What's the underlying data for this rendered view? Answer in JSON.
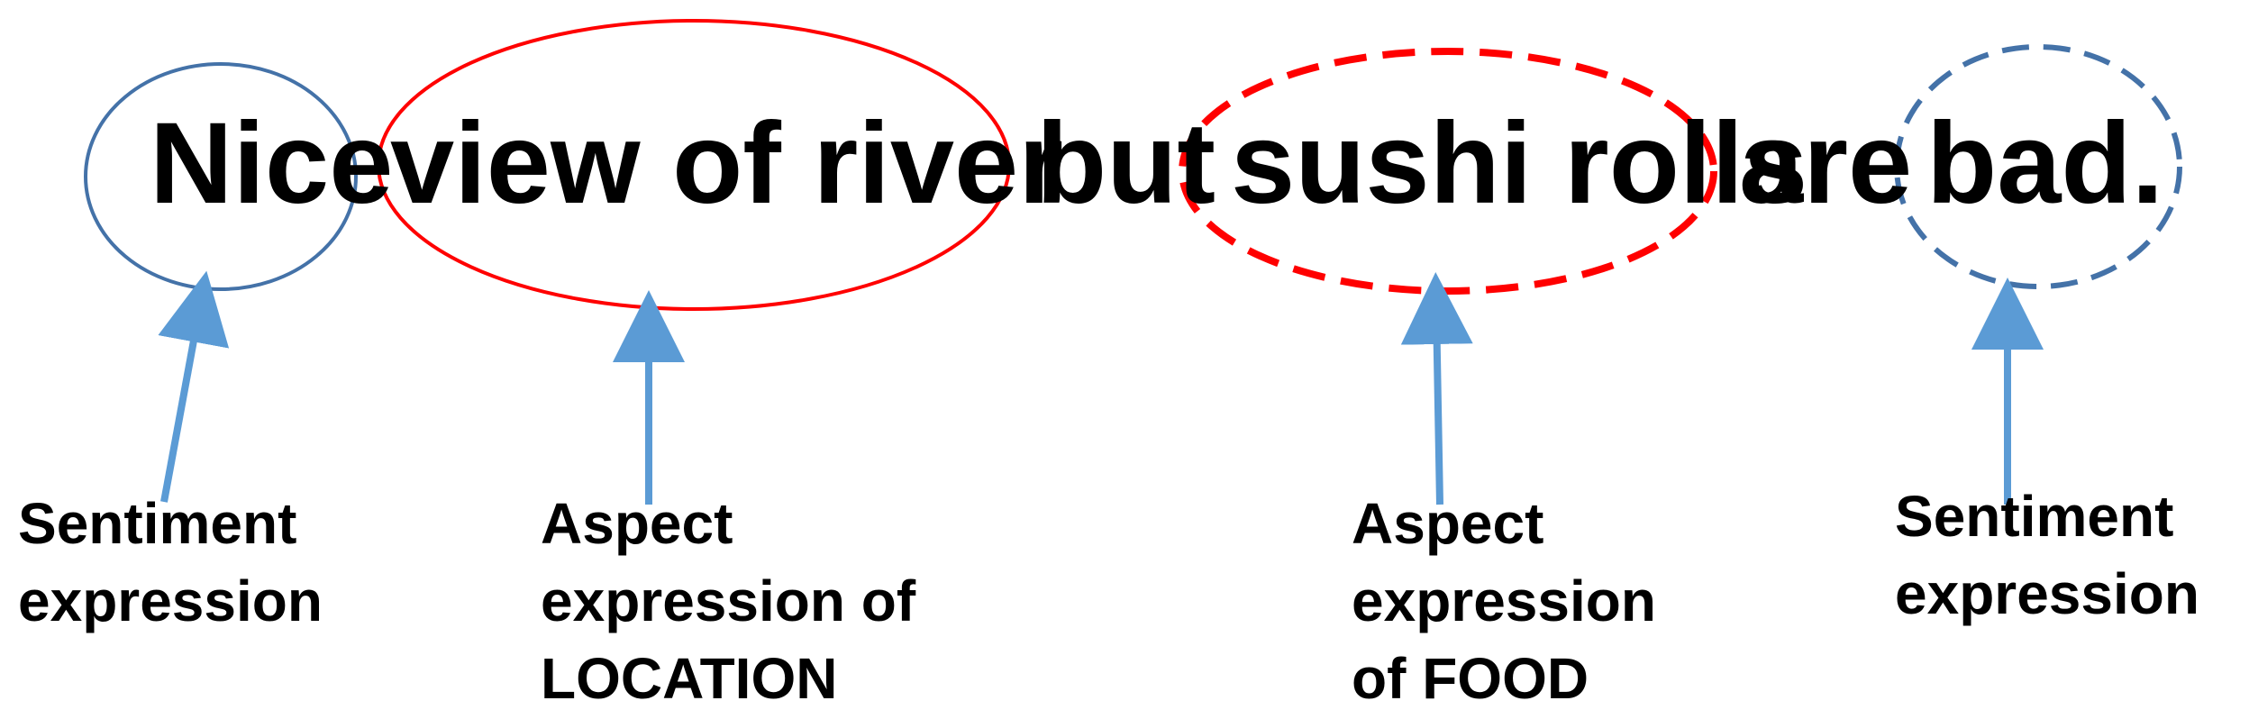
{
  "sentence": {
    "words": [
      "Nice",
      "view of river",
      "but",
      "sushi rolls",
      "are",
      "bad."
    ]
  },
  "annotations": [
    {
      "lines": [
        "Sentiment",
        "expression"
      ],
      "marker_style": "solid",
      "marker_color": "#4472a8"
    },
    {
      "lines": [
        "Aspect",
        "expression of",
        "LOCATION"
      ],
      "marker_style": "solid",
      "marker_color": "#ff0000"
    },
    {
      "lines": [
        "Aspect",
        "expression",
        "of FOOD"
      ],
      "marker_style": "dashed",
      "marker_color": "#ff0000"
    },
    {
      "lines": [
        "Sentiment",
        "expression"
      ],
      "marker_style": "dashed",
      "marker_color": "#4472a8"
    }
  ],
  "colors": {
    "arrow": "#5b9bd5",
    "text": "#000000",
    "background": "#ffffff"
  }
}
